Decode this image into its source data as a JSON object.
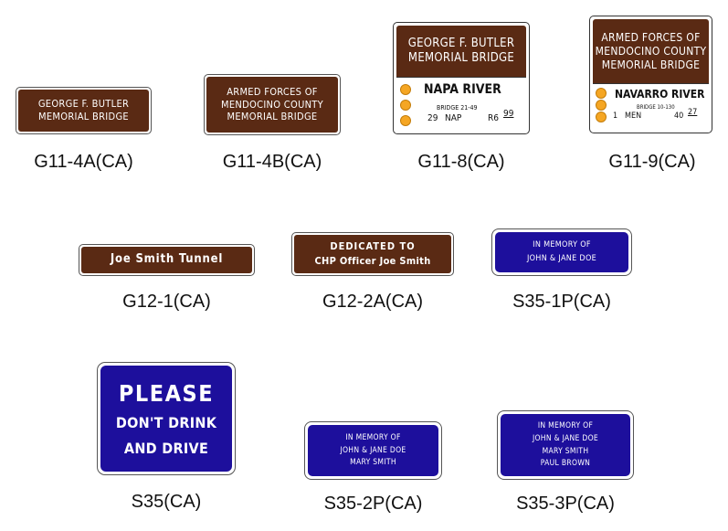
{
  "colors": {
    "brown": "#5a2a14",
    "blue": "#1d0f9c",
    "bullet": "#f5a623",
    "text": "#111111"
  },
  "signs": {
    "g11_4a": {
      "lines": [
        "GEORGE F. BUTLER",
        "MEMORIAL BRIDGE"
      ],
      "caption": "G11-4A(CA)"
    },
    "g11_4b": {
      "lines": [
        "ARMED FORCES OF",
        "MENDOCINO COUNTY",
        "MEMORIAL BRIDGE"
      ],
      "caption": "G11-4B(CA)"
    },
    "g11_8": {
      "lines": [
        "GEORGE F. BUTLER",
        "MEMORIAL BRIDGE"
      ],
      "river": "NAPA RIVER",
      "bridge_no": "BRIDGE 21-49",
      "route": "29",
      "county": "NAP",
      "postmile_prefix": "R6",
      "postmile_sup": "99",
      "caption": "G11-8(CA)"
    },
    "g11_9": {
      "lines": [
        "ARMED FORCES OF",
        "MENDOCINO COUNTY",
        "MEMORIAL BRIDGE"
      ],
      "river": "NAVARRO RIVER",
      "bridge_no": "BRIDGE 10-130",
      "route": "1",
      "county": "MEN",
      "postmile_prefix": "40",
      "postmile_sup": "27",
      "caption": "G11-9(CA)"
    },
    "g12_1": {
      "lines": [
        "Joe Smith Tunnel"
      ],
      "caption": "G12-1(CA)"
    },
    "g12_2a": {
      "lines": [
        "DEDICATED TO",
        "CHP Officer Joe Smith"
      ],
      "caption": "G12-2A(CA)"
    },
    "s35_1p": {
      "lines": [
        "IN MEMORY OF",
        "JOHN & JANE DOE"
      ],
      "caption": "S35-1P(CA)"
    },
    "s35": {
      "lines": [
        "PLEASE",
        "DON'T DRINK",
        "AND DRIVE"
      ],
      "caption": "S35(CA)"
    },
    "s35_2p": {
      "lines": [
        "IN MEMORY OF",
        "JOHN & JANE DOE",
        "MARY SMITH"
      ],
      "caption": "S35-2P(CA)"
    },
    "s35_3p": {
      "lines": [
        "IN MEMORY OF",
        "JOHN & JANE DOE",
        "MARY SMITH",
        "PAUL BROWN"
      ],
      "caption": "S35-3P(CA)"
    }
  }
}
